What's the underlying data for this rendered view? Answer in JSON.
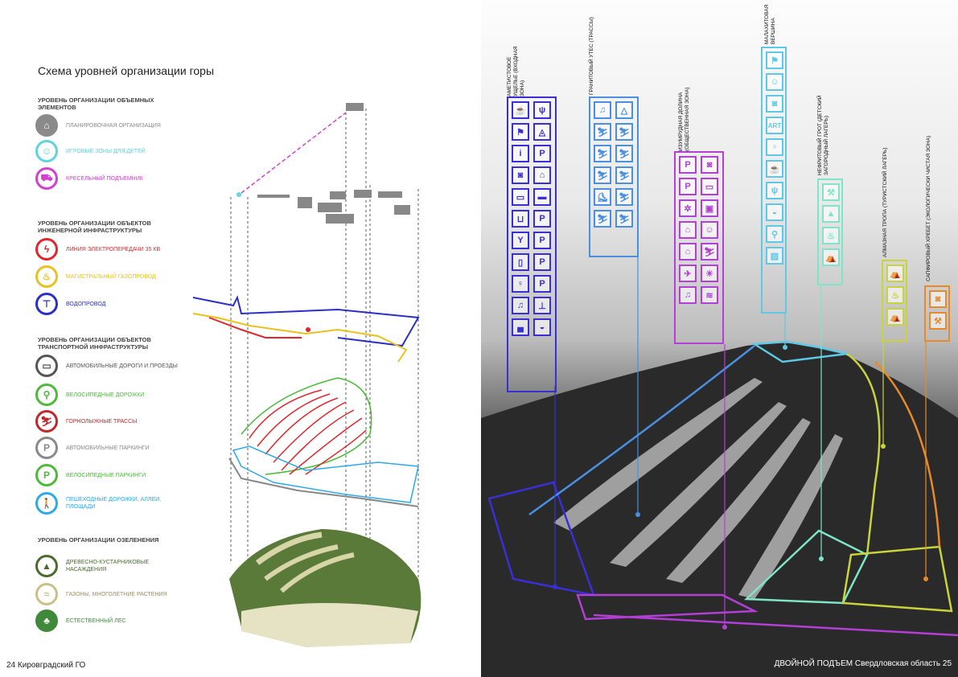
{
  "left": {
    "title": "Схема уровней организации горы",
    "sections": [
      {
        "heading": "Уровень организации объемных элементов",
        "items": [
          {
            "label": "Планировочная организация",
            "color": "#8a8a8a",
            "icon": "house-icon"
          },
          {
            "label": "Игровые зоны для детей",
            "color": "#5fd3e0",
            "icon": "child-icon"
          },
          {
            "label": "Кресельный подъемник",
            "color": "#d43fd0",
            "icon": "chairlift-icon"
          }
        ]
      },
      {
        "heading": "Уровень организации объектов инженерной инфраструктуры",
        "items": [
          {
            "label": "Линия электропередачи 35 кВ",
            "color": "#e2262b",
            "icon": "lightning-icon"
          },
          {
            "label": "Магистральный газопровод",
            "color": "#e8c21e",
            "icon": "flame-icon"
          },
          {
            "label": "Водопровод",
            "color": "#2a2fc7",
            "icon": "faucet-icon"
          }
        ]
      },
      {
        "heading": "Уровень организации объектов транспортной инфраструктуры",
        "items": [
          {
            "label": "Автомобильные дороги и проезды",
            "color": "#555555",
            "icon": "car-icon"
          },
          {
            "label": "Велосипедные дорожки",
            "color": "#4cbb3a",
            "icon": "bicycle-icon"
          },
          {
            "label": "Горнолыжные трассы",
            "color": "#c0282c",
            "icon": "skier-icon"
          },
          {
            "label": "Автомобильные паркинги",
            "color": "#8a8a8a",
            "icon": "parking-icon"
          },
          {
            "label": "Велосипедные паркинги",
            "color": "#4cbb3a",
            "icon": "bike-parking-icon"
          },
          {
            "label": "Пешеходные дорожки, аллеи, площади",
            "color": "#2ba9e8",
            "icon": "hiker-icon"
          }
        ]
      },
      {
        "heading": "Уровень организации озеленения",
        "items": [
          {
            "label": "Древесно-кустарниковые насаждения",
            "color": "#4a6b2e",
            "icon": "tree-icon"
          },
          {
            "label": "Газоны, многолетние растения",
            "color": "#c9c08a",
            "icon": "grass-icon"
          },
          {
            "label": "Естественный лес",
            "color": "#3f8a3a",
            "icon": "forest-icon"
          }
        ]
      }
    ],
    "footer": "24  Кировградский ГО"
  },
  "right": {
    "zones": [
      {
        "name": "Аметистовое ущелье (входная зона)",
        "color": "#3a2fd6",
        "icons": [
          "Cup",
          "Food",
          "Run",
          "Snowmobile",
          "Info",
          "P",
          "Camera",
          "Hostel",
          "Laptop",
          "Car",
          "Cart",
          "P",
          "Cocktail",
          "P-disabled",
          "Phone",
          "P-bike",
          "WC",
          "P-truck",
          "Music",
          "Sign",
          "Bed",
          "Lift"
        ]
      },
      {
        "name": "Гранитовый утес (трассы)",
        "color": "#4a8fe0",
        "icons": [
          "Music",
          "Warning",
          "Ski",
          "Ski",
          "Ski",
          "Ski",
          "Ski",
          "Ski",
          "Skate",
          "Ski",
          "Board",
          "Ski"
        ]
      },
      {
        "name": "Изумрудная долина (общественная зона)",
        "color": "#b33fd6",
        "icons": [
          "P",
          "Camera",
          "P-bike",
          "Laptop",
          "Ferris",
          "Luggage",
          "House",
          "Child",
          "House",
          "Ski",
          "Heli",
          "Sun",
          "Music",
          "Pool"
        ]
      },
      {
        "name": "Малахитовая вершина",
        "color": "#5ec9e6",
        "icons": [
          "Flag",
          "Child",
          "Camera",
          "ART",
          "WC",
          "Cup",
          "Food",
          "Lift",
          "Bike",
          "Picture"
        ]
      },
      {
        "name": "Нефритовый грот (детский загородный лагерь)",
        "color": "#7ee6c7",
        "icons": [
          "Hike",
          "Tree",
          "Fire",
          "Tents"
        ]
      },
      {
        "name": "Алмазная тропа (туристский лагерь)",
        "color": "#c9d43a",
        "icons": [
          "Tent",
          "Fire",
          "Tent"
        ]
      },
      {
        "name": "Сапфировый хребет (экологически чистая зона)",
        "color": "#e88a2a",
        "icons": [
          "Camera",
          "Hike"
        ]
      }
    ],
    "footer": "ДВОЙНОЙ ПОДЪЕМ Свердловская область  25"
  }
}
